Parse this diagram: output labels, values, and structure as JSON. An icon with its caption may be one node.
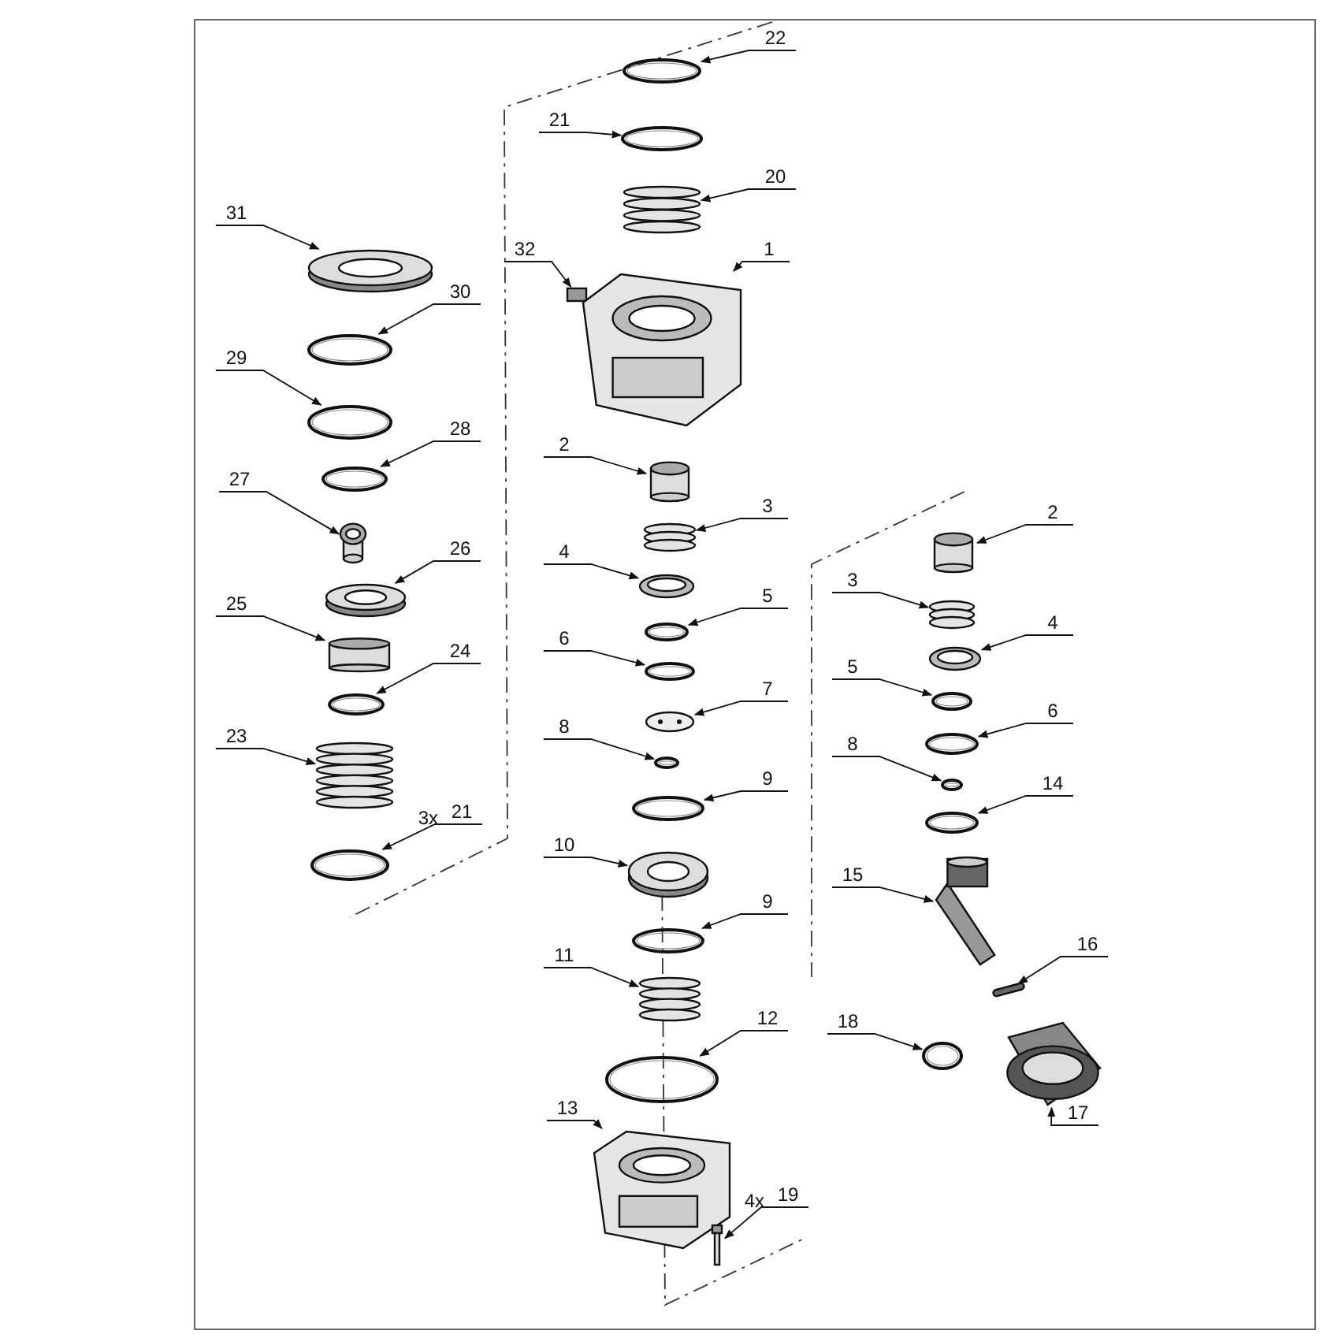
{
  "diagram": {
    "nodes": [
      {
        "text": [
          "22"
        ]
      },
      {
        "text": [],
        "shape": "picture"
      },
      {
        "text": [
          "21"
        ]
      },
      {
        "text": [],
        "shape": "picture"
      },
      {
        "text": [
          "20"
        ]
      },
      {
        "text": [],
        "shape": "picture"
      },
      {
        "text": [
          "32"
        ]
      },
      {
        "text": [],
        "shape": "box"
      },
      {
        "text": [
          "1"
        ]
      },
      {
        "text": [],
        "shape": "picture"
      },
      {
        "text": [
          "31"
        ]
      },
      {
        "text": [],
        "shape": "picture"
      },
      {
        "text": [
          "30"
        ]
      },
      {
        "text": [],
        "shape": "picture"
      },
      {
        "text": [
          "29"
        ]
      },
      {
        "text": [],
        "shape": "picture"
      },
      {
        "text": [
          "28"
        ]
      },
      {
        "text": [],
        "shape": "picture"
      },
      {
        "text": [
          "27"
        ]
      },
      {
        "text": [],
        "shape": "picture"
      },
      {
        "text": [
          "26"
        ]
      },
      {
        "text": [],
        "shape": "picture"
      },
      {
        "text": [
          "25"
        ]
      },
      {
        "text": [],
        "shape": "cylinder"
      },
      {
        "text": [
          "24"
        ]
      },
      {
        "text": [],
        "shape": "picture"
      },
      {
        "text": [
          "23"
        ]
      },
      {
        "text": [],
        "shape": "picture"
      },
      {
        "text": [
          "21"
        ],
        "beside": [
          "3x"
        ]
      },
      {
        "text": [],
        "shape": "picture"
      },
      {
        "text": [
          "2"
        ]
      },
      {
        "text": [],
        "shape": "cylinder"
      },
      {
        "text": [
          "3"
        ]
      },
      {
        "text": [],
        "shape": "picture"
      },
      {
        "text": [
          "4"
        ]
      },
      {
        "text": [],
        "shape": "picture"
      },
      {
        "text": [
          "5"
        ]
      },
      {
        "text": [],
        "shape": "picture"
      },
      {
        "text": [
          "6"
        ]
      },
      {
        "text": [],
        "shape": "picture"
      },
      {
        "text": [
          "7"
        ]
      },
      {
        "text": [],
        "shape": "picture"
      },
      {
        "text": [
          "8"
        ]
      },
      {
        "text": [],
        "shape": "picture"
      },
      {
        "text": [
          "9"
        ]
      },
      {
        "text": [],
        "shape": "picture"
      },
      {
        "text": [
          "10"
        ]
      },
      {
        "text": [],
        "shape": "picture"
      },
      {
        "text": [
          "9"
        ]
      },
      {
        "text": [],
        "shape": "picture"
      },
      {
        "text": [
          "11"
        ]
      },
      {
        "text": [],
        "shape": "picture"
      },
      {
        "text": [
          "12"
        ]
      },
      {
        "text": [],
        "shape": "picture"
      },
      {
        "text": [
          "13"
        ]
      },
      {
        "text": [],
        "shape": "picture"
      },
      {
        "text": [
          "19"
        ],
        "beside": [
          "4x"
        ]
      },
      {
        "text": [],
        "shape": "picture"
      },
      {
        "text": [
          "2"
        ]
      },
      {
        "text": [],
        "shape": "cylinder"
      },
      {
        "text": [
          "3"
        ]
      },
      {
        "text": [],
        "shape": "picture"
      },
      {
        "text": [
          "4"
        ]
      },
      {
        "text": [],
        "shape": "picture"
      },
      {
        "text": [
          "5"
        ]
      },
      {
        "text": [],
        "shape": "picture"
      },
      {
        "text": [
          "6"
        ]
      },
      {
        "text": [],
        "shape": "picture"
      },
      {
        "text": [
          "8"
        ]
      },
      {
        "text": [],
        "shape": "picture"
      },
      {
        "text": [
          "14"
        ]
      },
      {
        "text": [],
        "shape": "picture"
      },
      {
        "text": [
          "15"
        ]
      },
      {
        "text": [],
        "shape": "picture"
      },
      {
        "text": [
          "16"
        ]
      },
      {
        "text": [],
        "shape": "bar"
      },
      {
        "text": [
          "18"
        ]
      },
      {
        "text": [],
        "shape": "picture"
      },
      {
        "text": [
          "17"
        ]
      },
      {
        "text": [],
        "shape": "picture"
      }
    ],
    "edges": [
      {
        "from": 0,
        "to": 1,
        "arrow": "to"
      },
      {
        "from": 2,
        "to": 3,
        "arrow": "to"
      },
      {
        "from": 4,
        "to": 5,
        "arrow": "to"
      },
      {
        "from": 6,
        "to": 7,
        "arrow": "to"
      },
      {
        "from": 8,
        "to": 9,
        "arrow": "to"
      },
      {
        "from": 10,
        "to": 11,
        "arrow": "to"
      },
      {
        "from": 12,
        "to": 13,
        "arrow": "to"
      },
      {
        "from": 14,
        "to": 15,
        "arrow": "to"
      },
      {
        "from": 16,
        "to": 17,
        "arrow": "to"
      },
      {
        "from": 18,
        "to": 19,
        "arrow": "to"
      },
      {
        "from": 20,
        "to": 21,
        "arrow": "to"
      },
      {
        "from": 22,
        "to": 23,
        "arrow": "to"
      },
      {
        "from": 24,
        "to": 25,
        "arrow": "to"
      },
      {
        "from": 26,
        "to": 27,
        "arrow": "to"
      },
      {
        "from": 28,
        "to": 29,
        "arrow": "to"
      },
      {
        "from": 30,
        "to": 31,
        "arrow": "to"
      },
      {
        "from": 32,
        "to": 33,
        "arrow": "to"
      },
      {
        "from": 34,
        "to": 35,
        "arrow": "to"
      },
      {
        "from": 36,
        "to": 37,
        "arrow": "to"
      },
      {
        "from": 38,
        "to": 39,
        "arrow": "to"
      },
      {
        "from": 40,
        "to": 41,
        "arrow": "to"
      },
      {
        "from": 42,
        "to": 43,
        "arrow": "to"
      },
      {
        "from": 44,
        "to": 45,
        "arrow": "to"
      },
      {
        "from": 46,
        "to": 47,
        "arrow": "to"
      },
      {
        "from": 48,
        "to": 49,
        "arrow": "to"
      },
      {
        "from": 50,
        "to": 51,
        "arrow": "to"
      },
      {
        "from": 52,
        "to": 53,
        "arrow": "to"
      },
      {
        "from": 54,
        "to": 55,
        "arrow": "to"
      },
      {
        "from": 56,
        "to": 57,
        "arrow": "to"
      },
      {
        "from": 58,
        "to": 59,
        "arrow": "to"
      },
      {
        "from": 60,
        "to": 61,
        "arrow": "to"
      },
      {
        "from": 62,
        "to": 63,
        "arrow": "to"
      },
      {
        "from": 64,
        "to": 65,
        "arrow": "to"
      },
      {
        "from": 66,
        "to": 67,
        "arrow": "to"
      },
      {
        "from": 68,
        "to": 69,
        "arrow": "to"
      },
      {
        "from": 70,
        "to": 71,
        "arrow": "to"
      },
      {
        "from": 72,
        "to": 73,
        "arrow": "to"
      },
      {
        "from": 74,
        "to": 75,
        "arrow": "to"
      },
      {
        "from": 76,
        "to": 77,
        "arrow": "to"
      },
      {
        "from": 78,
        "to": 79,
        "arrow": "to"
      }
    ]
  }
}
